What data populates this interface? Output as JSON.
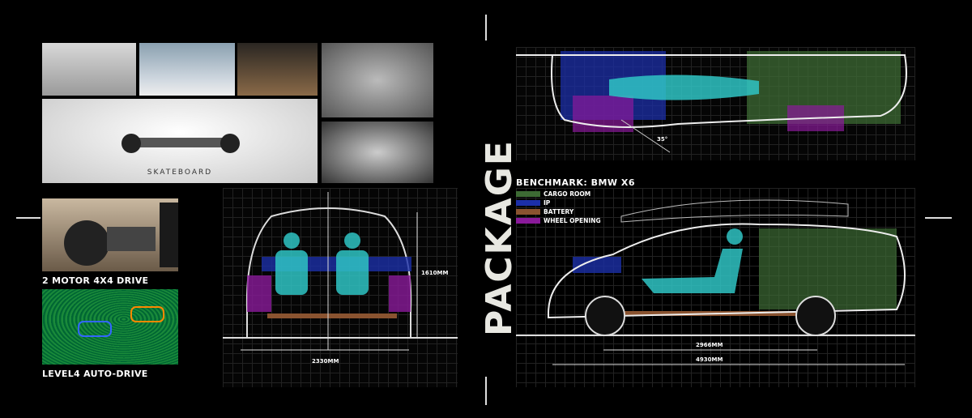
{
  "photos": {
    "skateboard_label": "SKATEBOARD",
    "motor_label": "2 MOTOR 4X4 DRIVE",
    "autodrive_label": "LEVEL4 AUTO-DRIVE"
  },
  "front_view": {
    "height_label": "1610MM",
    "width_label": "2330MM"
  },
  "top_view": {
    "angle_label": "35°"
  },
  "package": {
    "title": "PACKAGE",
    "benchmark": "BENCHMARK: BMW X6",
    "legend": [
      {
        "label": "CARGO ROOM",
        "color": "#3d6b34"
      },
      {
        "label": "IP",
        "color": "#1c2fa8"
      },
      {
        "label": "BATTERY",
        "color": "#8a5330"
      },
      {
        "label": "WHEEL OPENING",
        "color": "#8a1a9a"
      }
    ],
    "wheelbase_label": "2966MM",
    "length_label": "4930MM"
  },
  "colors": {
    "seat": "#2fc4c4",
    "ip": "#1c2fa8",
    "cargo": "#3d6b34",
    "battery": "#8a5330",
    "wheel_opening": "#8a1a9a"
  }
}
